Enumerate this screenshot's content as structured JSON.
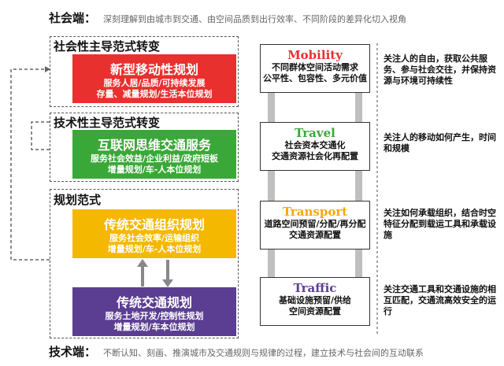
{
  "top": {
    "label": "社会端：",
    "text": "深刻理解到由城市到交通、由空间品质到出行效率、不同阶段的差异化切入视角"
  },
  "bottom": {
    "label": "技术端：",
    "text": "不断认知、刻画、推演城市及交通规则与规律的过程，建立技术与社会间的互动联系"
  },
  "sections": [
    {
      "title": "社会性主导范式转变"
    },
    {
      "title": "技术性主导范式转变"
    },
    {
      "title": "规划范式"
    }
  ],
  "cards": [
    {
      "title": "新型移动性规划",
      "lines": [
        "服务人居/品质/可持续发展",
        "存量、减量规划/生活本位规划"
      ],
      "color": "#e8302f"
    },
    {
      "title": "互联网思维交通服务",
      "lines": [
        "服务社会效益/企业利益/政府短板",
        "增量规划/车-人本位规划"
      ],
      "color": "#3aa838"
    },
    {
      "title": "传统交通组织规划",
      "lines": [
        "服务社会效率/运输组织",
        "增量规划/车-人本位规划"
      ],
      "color": "#f5b800"
    },
    {
      "title": "传统交通规划",
      "lines": [
        "服务土地开发/控制性规划",
        "增量规划/车本位规划"
      ],
      "color": "#5b3e91"
    }
  ],
  "levels": [
    {
      "key": "Mobility",
      "color": "#e8302f",
      "lines": [
        "不同群体空间活动需求",
        "公平性、包容性、多元价值"
      ],
      "desc": "关注人的自由，获取公共服务、参与社会交往，并保持资源与环境可持续性"
    },
    {
      "key": "Travel",
      "color": "#3aa838",
      "lines": [
        "社会资本交通化",
        "交通资源社会化再配置"
      ],
      "desc": "关注人的移动如何产生，时间和规模"
    },
    {
      "key": "Transport",
      "color": "#f5a800",
      "lines": [
        "道路空间预留/分配/再分配",
        "交通资源配置"
      ],
      "desc": "关注如何承载组织，结合时空特征分配到载运工具和承载设施"
    },
    {
      "key": "Traffic",
      "color": "#5b3e91",
      "lines": [
        "基础设施预留/供给",
        "空间资源配置"
      ],
      "desc": "关注交通工具和交通设施的相互匹配，交通流高效安全的运行"
    }
  ]
}
